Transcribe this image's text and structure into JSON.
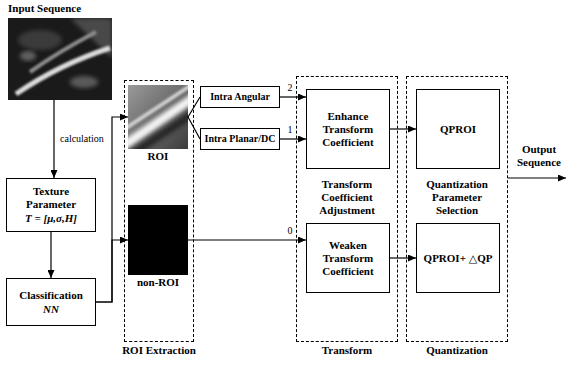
{
  "diagram": {
    "nodes": [
      {
        "text": [
          "Input Sequence"
        ]
      },
      {
        "text": [
          "Texture Parameter",
          "T = [μ,σ,H]"
        ]
      },
      {
        "text": [
          "Classification",
          "NN"
        ]
      },
      {
        "text": [
          "ROI Extraction"
        ]
      },
      {
        "text": [
          "ROI"
        ],
        "in": 3
      },
      {
        "text": [
          "non-ROI"
        ],
        "in": 3
      },
      {
        "text": [
          "Intra Angular"
        ]
      },
      {
        "text": [
          "Intra Planar/DC"
        ]
      },
      {
        "text": [
          "Transform Coefficient Adjustment",
          "Transform"
        ]
      },
      {
        "text": [
          "Enhance Transform Coefficient"
        ],
        "in": 8
      },
      {
        "text": [
          "Weaken Transform Coefficient"
        ],
        "in": 8
      },
      {
        "text": [
          "Quantization Parameter Selection",
          "Quantization"
        ]
      },
      {
        "text": [
          "QPROI"
        ],
        "in": 11
      },
      {
        "text": [
          "QPROI+ △QP"
        ],
        "in": 11
      }
    ],
    "edges": [
      {
        "from": 0,
        "to": 1,
        "arrow": "to",
        "label": "calculation"
      },
      {
        "from": 1,
        "to": 2,
        "arrow": "to"
      },
      {
        "from": 2,
        "to": 4,
        "arrow": "to"
      },
      {
        "from": 2,
        "to": 5,
        "arrow": "to"
      },
      {
        "from": 4,
        "to": 6,
        "arrow": "none"
      },
      {
        "from": 4,
        "to": 7,
        "arrow": "none"
      },
      {
        "from": 6,
        "to": 9,
        "arrow": "to",
        "label": "2"
      },
      {
        "from": 7,
        "to": 9,
        "arrow": "to",
        "label": "1"
      },
      {
        "from": 5,
        "to": 10,
        "arrow": "to",
        "label": "0"
      },
      {
        "from": 9,
        "to": 12,
        "arrow": "to"
      },
      {
        "from": 10,
        "to": 13,
        "arrow": "to"
      }
    ],
    "labels": [
      "Output Sequence"
    ]
  }
}
